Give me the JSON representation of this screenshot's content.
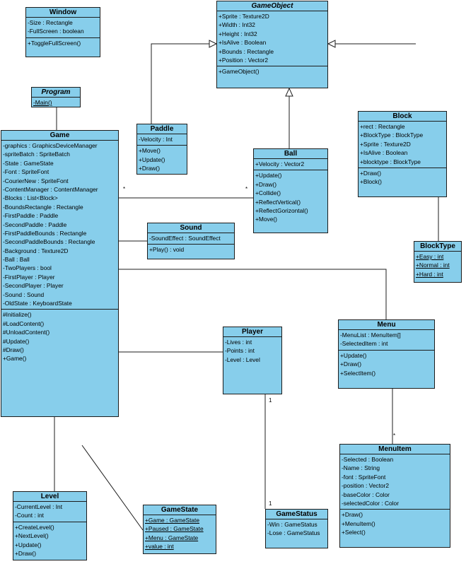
{
  "classes": {
    "window": {
      "name": "Window",
      "attrs": [
        "-Size : Rectangle",
        "-FullScreen : boolean"
      ],
      "ops": [
        "+ToggleFullScreen()"
      ]
    },
    "gameobject": {
      "name": "GameObject",
      "attrs": [
        "+Sprite : Texture2D",
        "+Width : Int32",
        "+Height : Int32",
        "+IsAlive : Boolean",
        "+Bounds : Rectangle",
        "+Position : Vector2"
      ],
      "ops": [
        "+GameObject()"
      ]
    },
    "program": {
      "name": "Program",
      "ops": [
        "-Main()"
      ]
    },
    "game": {
      "name": "Game",
      "attrs": [
        "-graphics : GraphicsDeviceManager",
        "-spriteBatch : SpriteBatch",
        "-State : GameState",
        "-Font : SpriteFont",
        "-CourierNew : SpriteFont",
        "-ContentManager : ContentManager",
        "-Blocks : List<Block>",
        "-BoundsRectangle : Rectangle",
        "-FirstPaddle : Paddle",
        "-SecondPaddle : Paddle",
        "-FirstPaddleBounds : Rectangle",
        "-SecondPaddleBounds : Rectangle",
        "-Background : Texture2D",
        "-Ball : Ball",
        "-TwoPlayers : bool",
        "-FirstPlayer : Player",
        "-SecondPlayer : Player",
        "-Sound : Sound",
        "-OldState : KeyboardState"
      ],
      "ops": [
        "#Initialize()",
        "#LoadContent()",
        "#UnloadContent()",
        "#Update()",
        "#Draw()",
        "+Game()"
      ]
    },
    "paddle": {
      "name": "Paddle",
      "attrs": [
        "-Velocity : Int"
      ],
      "ops": [
        "+Move()",
        "+Update()",
        "+Draw()"
      ]
    },
    "ball": {
      "name": "Ball",
      "attrs": [
        "+Velocity : Vector2"
      ],
      "ops": [
        "+Update()",
        "+Draw()",
        "+Collide()",
        "+ReflectVertical()",
        "+ReflectGorizontal()",
        "+Move()"
      ]
    },
    "block": {
      "name": "Block",
      "attrs": [
        "+rect : Rectangle",
        "+BlockType : BlockType",
        "+Sprite : Texture2D",
        "+IsAlive : Boolean",
        "+blocktype : BlockType"
      ],
      "ops": [
        "+Draw()",
        "+Block()"
      ]
    },
    "sound": {
      "name": "Sound",
      "attrs": [
        "-SoundEffect : SoundEffect"
      ],
      "ops": [
        "+Play() : void"
      ]
    },
    "blocktype": {
      "name": "BlockType",
      "attrs": [
        "+Easy : int",
        "+Normal : int",
        "+Hard : int"
      ]
    },
    "player": {
      "name": "Player",
      "attrs": [
        "-Lives : int",
        "-Points : int",
        "-Level : Level"
      ]
    },
    "menu": {
      "name": "Menu",
      "attrs": [
        "-MenuList : MenuItem[]",
        "-SelectedItem : int"
      ],
      "ops": [
        "+Update()",
        "+Draw()",
        "+SelectItem()"
      ]
    },
    "menuitem": {
      "name": "MenuItem",
      "attrs": [
        "-Selected : Boolean",
        "-Name : String",
        "-font : SpriteFont",
        "-position : Vector2",
        "-baseColor : Color",
        "-selectedColor : Color"
      ],
      "ops": [
        "+Draw()",
        "+MenuItem()",
        "+Select()"
      ]
    },
    "level": {
      "name": "Level",
      "attrs": [
        "-CurrentLevel : Int",
        "-Count : int"
      ],
      "ops": [
        "+CreateLevel()",
        "+NextLevel()",
        "+Update()",
        "+Draw()"
      ]
    },
    "gamestate": {
      "name": "GameState",
      "attrs": [
        "+Game : GameState",
        "+Paused : GameState",
        "+Menu : GameState",
        "+value : int"
      ]
    },
    "gamestatus": {
      "name": "GameStatus",
      "attrs": [
        "-Win : GameStatus",
        "-Lose : GameStatus"
      ]
    }
  },
  "labels": {
    "game_ball_src": "*",
    "game_ball_dst": "*",
    "player_one": "1",
    "gamestatus_one": "1",
    "menu_star": "*"
  }
}
